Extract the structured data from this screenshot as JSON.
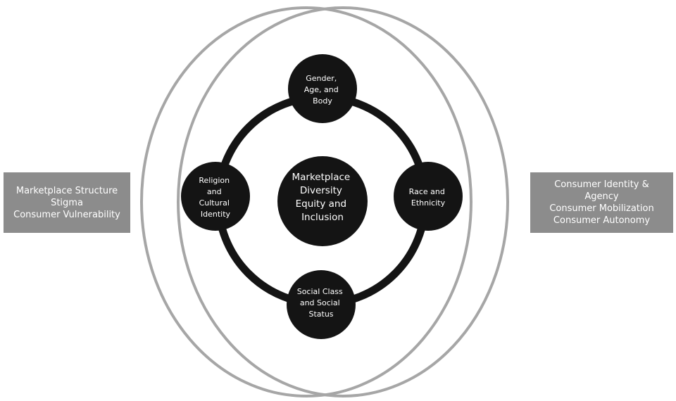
{
  "diagram": {
    "center_label": [
      "Marketplace",
      "Diversity",
      "Equity and",
      "Inclusion"
    ],
    "nodes": {
      "top": [
        "Gender,",
        "Age, and",
        "Body"
      ],
      "right": [
        "Race and",
        "Ethnicity"
      ],
      "bottom": [
        "Social Class",
        "and Social",
        "Status"
      ],
      "left": [
        "Religion",
        "and",
        "Cultural",
        "Identity"
      ]
    },
    "left_box": [
      "Marketplace Structure",
      "Stigma",
      "Consumer Vulnerability"
    ],
    "right_box": [
      "Consumer Identity &",
      "Agency",
      "Consumer Mobilization",
      "Consumer Autonomy"
    ]
  },
  "colors": {
    "ellipse_stroke": "#a6a6a6",
    "node_fill": "#141414",
    "ring_stroke": "#141414",
    "box_fill": "#8c8c8c",
    "text_light": "#ffffff"
  }
}
